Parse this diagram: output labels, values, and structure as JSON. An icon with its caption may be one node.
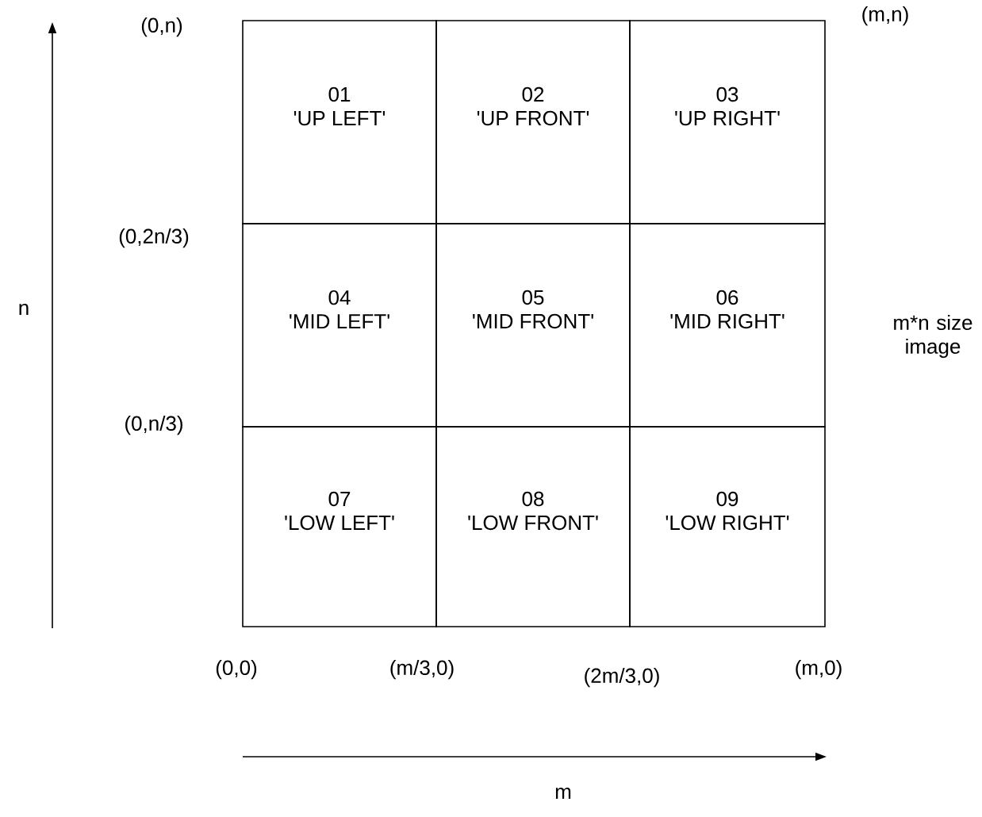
{
  "diagram": {
    "nodes": [
      {
        "text": [
          "01",
          "'UP LEFT'"
        ]
      },
      {
        "text": [
          "02",
          "'UP FRONT'"
        ]
      },
      {
        "text": [
          "03",
          "'UP RIGHT'"
        ]
      },
      {
        "text": [
          "04",
          "'MID LEFT'"
        ]
      },
      {
        "text": [
          "05",
          "'MID FRONT'"
        ]
      },
      {
        "text": [
          "06",
          "'MID RIGHT'"
        ]
      },
      {
        "text": [
          "07",
          "'LOW LEFT'"
        ]
      },
      {
        "text": [
          "08",
          "'LOW FRONT'"
        ]
      },
      {
        "text": [
          "09",
          "'LOW RIGHT'"
        ]
      }
    ],
    "labels": [
      "(0,n)",
      "(m,n)",
      "(0,2n/3)",
      "n",
      "m*n size image",
      "(0,n/3)",
      "(0,0)",
      "(m/3,0)",
      "(2m/3,0)",
      "(m,0)",
      "m"
    ]
  }
}
